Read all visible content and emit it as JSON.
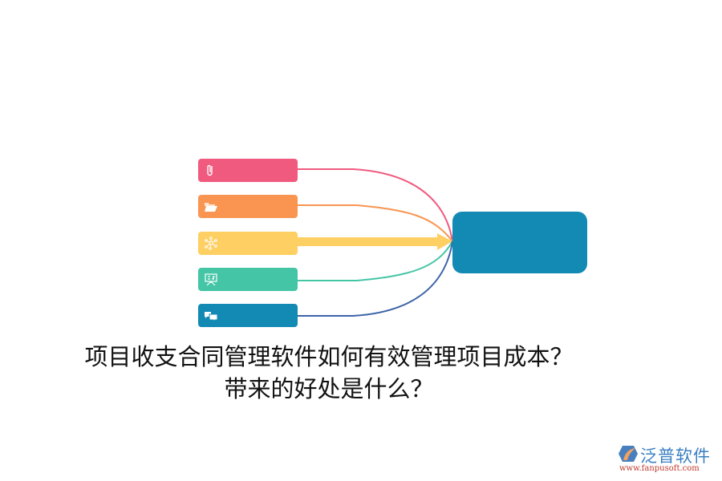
{
  "diagram": {
    "type": "mind-map-converging",
    "nodes": [
      {
        "id": "node-1",
        "icon": "paperclip-icon",
        "color": "#f05a7e",
        "label": ""
      },
      {
        "id": "node-2",
        "icon": "folder-icon",
        "color": "#f99550",
        "label": ""
      },
      {
        "id": "node-3",
        "icon": "network-icon",
        "color": "#fecf62",
        "label": ""
      },
      {
        "id": "node-4",
        "icon": "presentation-board-icon",
        "color": "#44c5a6",
        "label": ""
      },
      {
        "id": "node-5",
        "icon": "chat-bubbles-icon",
        "color": "#138ab3",
        "label": ""
      }
    ],
    "center": {
      "color": "#138ab3",
      "label": ""
    },
    "link_colors": [
      "#f05a7e",
      "#f99550",
      "#fecf62",
      "#44c5a6",
      "#3d64a8"
    ]
  },
  "title": {
    "line1": "项目收支合同管理软件如何有效管理项目成本？",
    "line2": "带来的好处是什么？"
  },
  "logo": {
    "brand": "泛普软件",
    "url": "www.fanpusoft.com"
  }
}
